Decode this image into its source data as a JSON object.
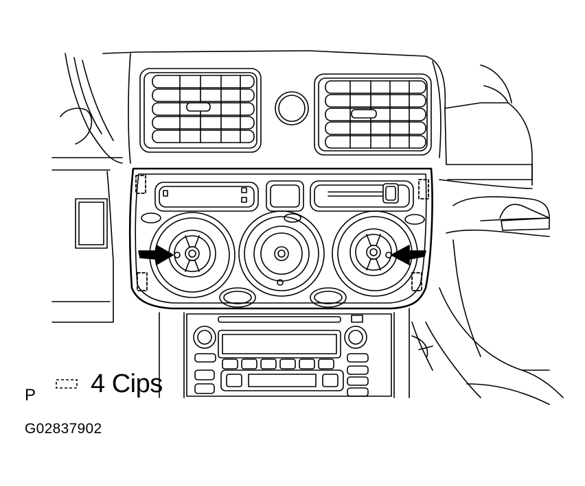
{
  "diagram": {
    "view_mark": "P",
    "legend": {
      "symbol": "dashed-clip-icon",
      "label": "4 Cips"
    },
    "figure_id": "G02837902",
    "annotations": {
      "left_arrow": "arrow-icon",
      "right_arrow": "arrow-icon",
      "clip_count": 4
    },
    "colors": {
      "ink": "#000000",
      "background": "#ffffff"
    }
  }
}
